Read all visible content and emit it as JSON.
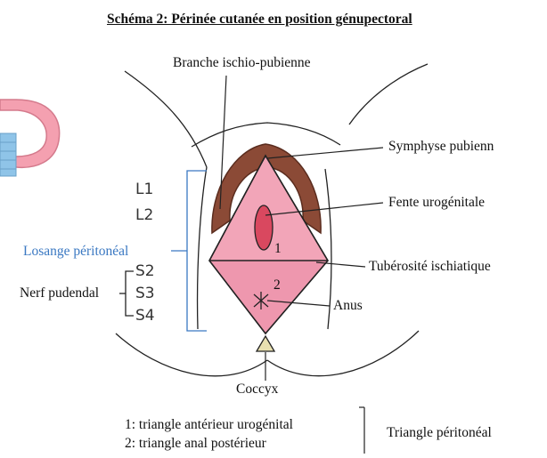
{
  "title": "Schéma 2: Périnée cutanée en position génupectoral",
  "labels": {
    "branche": "Branche ischio-pubienne",
    "symphyse": "Symphyse pubienn",
    "fente": "Fente urogénitale",
    "tuberosite": "Tubérosité ischiatique",
    "anus": "Anus",
    "coccyx": "Coccyx",
    "losange": "Losange péritonéal",
    "nerf": "Nerf pudendal",
    "l1": "L1",
    "l2": "L2",
    "s2": "S2",
    "s3": "S3",
    "s4": "S4",
    "num1": "1",
    "num2": "2"
  },
  "legend": {
    "item1": "1: triangle antérieur urogénital",
    "item2": "2: triangle anal postérieur",
    "group": "Triangle péritonéal"
  },
  "colors": {
    "skin_pink": "#f2a5b8",
    "skin_pink_dark": "#e98ea4",
    "brown": "#8b4a36",
    "bracket_blue": "#3a78c2",
    "fente_fill": "#d9485f",
    "coccyx_fill": "#e8e0b0"
  }
}
